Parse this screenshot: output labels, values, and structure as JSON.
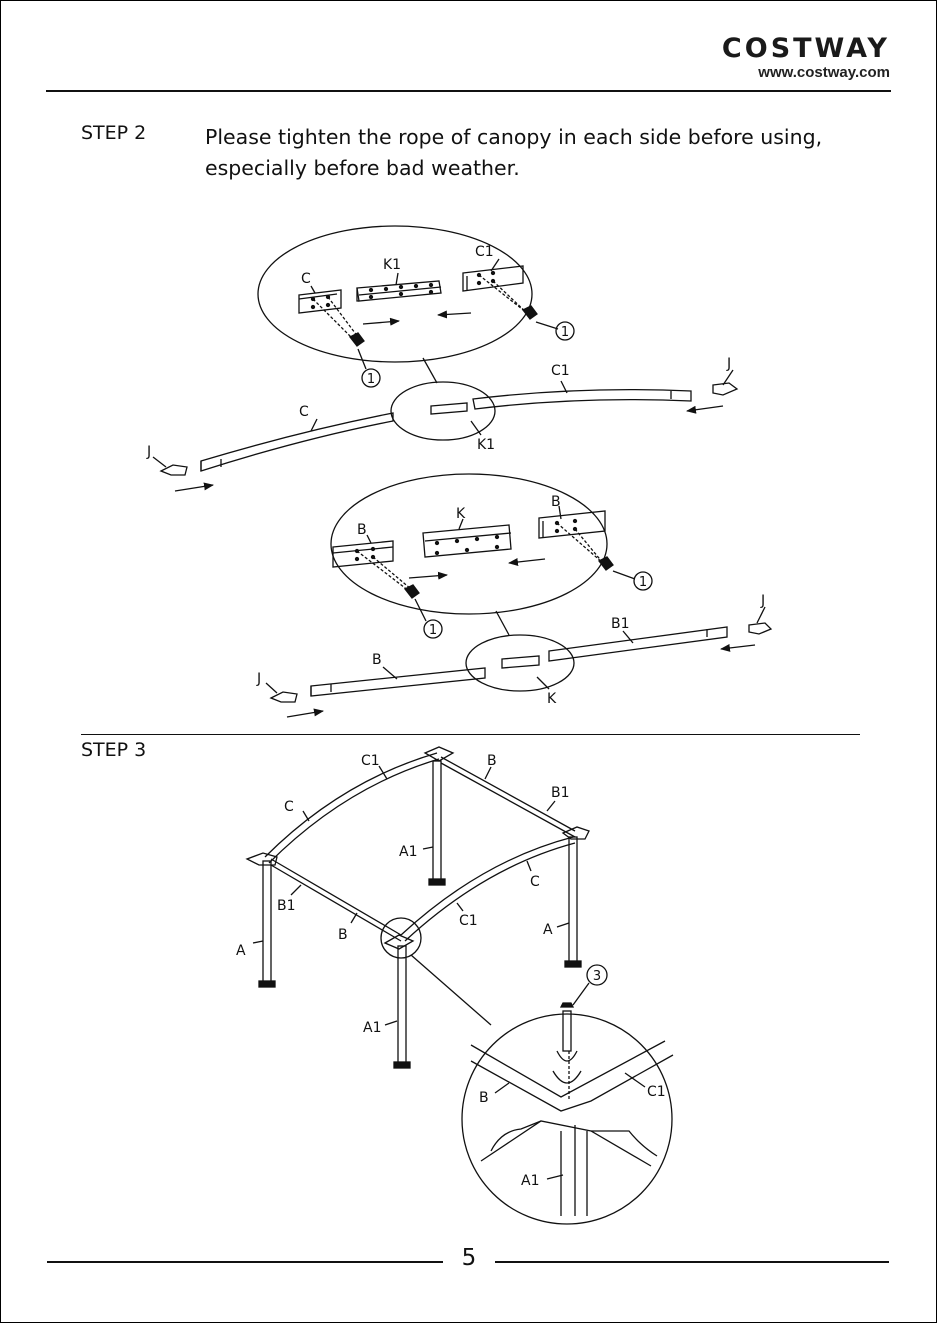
{
  "brand": {
    "name": "COSTWAY",
    "url": "www.costway.com"
  },
  "step2": {
    "label": "STEP 2",
    "text": "Please tighten  the rope of canopy in each side before using, especially before bad weather."
  },
  "step3": {
    "label": "STEP 3"
  },
  "page_number": "5",
  "parts": {
    "A": "A",
    "A1": "A1",
    "B": "B",
    "B1": "B1",
    "C": "C",
    "C1": "C1",
    "J": "J",
    "K": "K",
    "K1": "K1",
    "screw1": "1",
    "screw3": "3"
  }
}
